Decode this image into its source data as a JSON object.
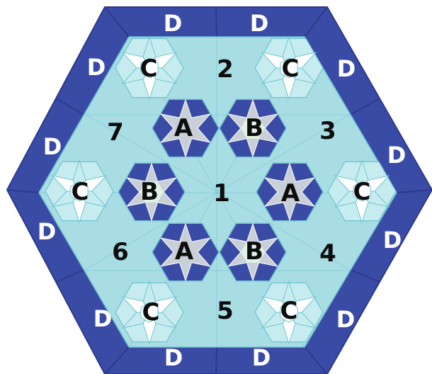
{
  "colors": {
    "border": "#3a4ba6",
    "border_edge": "#2c3a8a",
    "field": "#a9dde4",
    "field_line": "#6fc3cf",
    "hex_bg": "#3a4ba6",
    "star_ab": "#c9cfd6",
    "star_b_inner": "#dff2e6",
    "c_white": "#ffffff",
    "c_light": "#c6ecf0",
    "label_dark": "#0d0d0d",
    "label_light": "#ffffff"
  },
  "labels": {
    "zone_1": "1",
    "zone_2": "2",
    "zone_3": "3",
    "zone_4": "4",
    "zone_5": "5",
    "zone_6": "6",
    "zone_7": "7",
    "block_a_top": "A",
    "block_b_top": "B",
    "block_b_left": "B",
    "block_a_right": "A",
    "block_a_bottom": "A",
    "block_b_bottom": "B",
    "block_c_top_left": "C",
    "block_c_top_right": "C",
    "block_c_left": "C",
    "block_c_right": "C",
    "block_c_bottom_left": "C",
    "block_c_bottom_right": "C",
    "border_d_1": "D",
    "border_d_2": "D",
    "border_d_3": "D",
    "border_d_4": "D",
    "border_d_5": "D",
    "border_d_6": "D",
    "border_d_7": "D",
    "border_d_8": "D",
    "border_d_9": "D",
    "border_d_10": "D",
    "border_d_11": "D",
    "border_d_12": "D"
  }
}
